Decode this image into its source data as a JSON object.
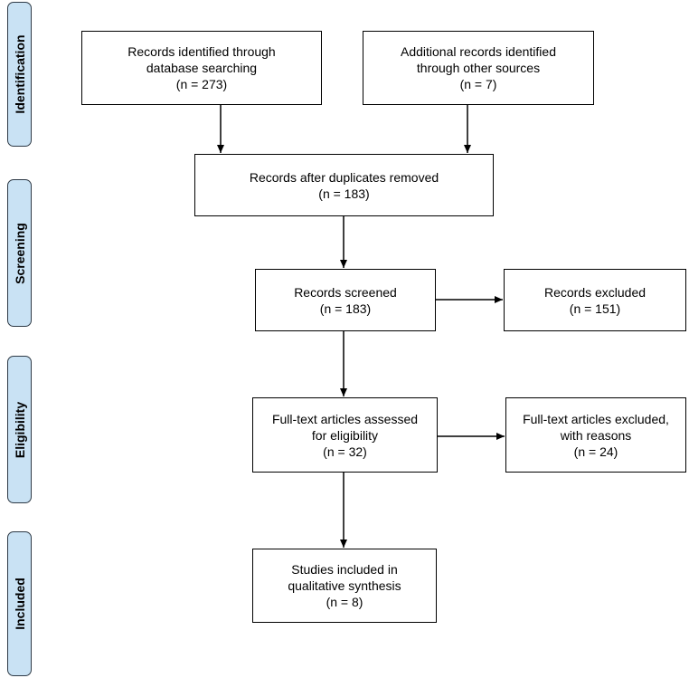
{
  "stages": [
    {
      "key": "identification",
      "label": "Identification"
    },
    {
      "key": "screening",
      "label": "Screening"
    },
    {
      "key": "eligibility",
      "label": "Eligibility"
    },
    {
      "key": "included",
      "label": "Included"
    }
  ],
  "boxes": {
    "database_records": {
      "lines": [
        "Records identified through",
        "database searching",
        "(n = 273)"
      ]
    },
    "other_sources": {
      "lines": [
        "Additional records identified",
        "through other sources",
        "(n = 7)"
      ]
    },
    "after_duplicates": {
      "lines": [
        "Records after duplicates removed",
        "(n = 183)"
      ]
    },
    "screened": {
      "lines": [
        "Records screened",
        "(n = 183)"
      ]
    },
    "excluded": {
      "lines": [
        "Records excluded",
        "(n = 151)"
      ]
    },
    "fulltext_assessed": {
      "lines": [
        "Full-text articles assessed",
        "for eligibility",
        "(n = 32)"
      ]
    },
    "fulltext_excluded": {
      "lines": [
        "Full-text articles excluded,",
        "with reasons",
        "(n = 24)"
      ]
    },
    "included_studies": {
      "lines": [
        "Studies included in",
        "qualitative synthesis",
        "(n =  8)"
      ]
    }
  },
  "colors": {
    "stage_fill": "#c9e2f4",
    "stage_border": "#2e3a46",
    "box_border": "#000000",
    "arrow": "#000000"
  }
}
